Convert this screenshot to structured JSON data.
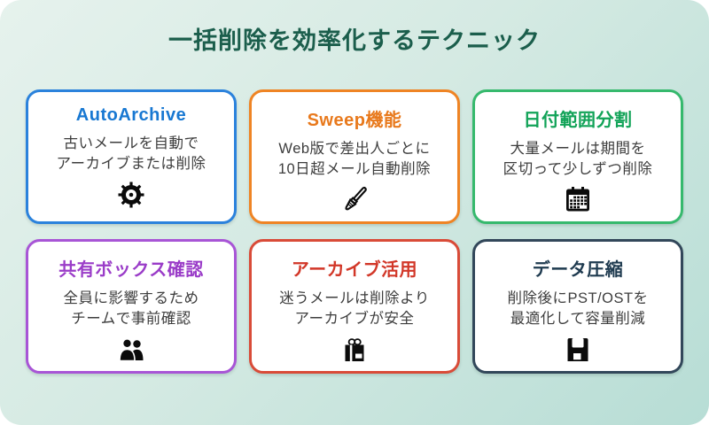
{
  "page": {
    "title": "一括削除を効率化するテクニック",
    "title_color": "#1b5e4c",
    "background_from": "#e6f2ed",
    "background_to": "#b7ddd5"
  },
  "cards": [
    {
      "title": "AutoArchive",
      "lines": [
        "古いメールを自動で",
        "アーカイブまたは削除"
      ],
      "accent": "#1878d2",
      "border": "#2b82dc",
      "icon": "gear-icon"
    },
    {
      "title": "Sweep機能",
      "lines": [
        "Web版で差出人ごとに",
        "10日超メール自動削除"
      ],
      "accent": "#e8791c",
      "border": "#ef8424",
      "icon": "paintbrush-icon"
    },
    {
      "title": "日付範囲分割",
      "lines": [
        "大量メールは期間を",
        "区切って少しずつ削除"
      ],
      "accent": "#12a358",
      "border": "#36b96d",
      "icon": "calendar-icon"
    },
    {
      "title": "共有ボックス確認",
      "lines": [
        "全員に影響するため",
        "チームで事前確認"
      ],
      "accent": "#9a3cc8",
      "border": "#a855d6",
      "icon": "people-icon"
    },
    {
      "title": "アーカイブ活用",
      "lines": [
        "迷うメールは削除より",
        "アーカイブが安全"
      ],
      "accent": "#d23728",
      "border": "#d94b38",
      "icon": "gift-icon"
    },
    {
      "title": "データ圧縮",
      "lines": [
        "削除後にPST/OSTを",
        "最適化して容量削減"
      ],
      "accent": "#1e3a4f",
      "border": "#32475a",
      "icon": "floppy-disk-icon"
    }
  ]
}
